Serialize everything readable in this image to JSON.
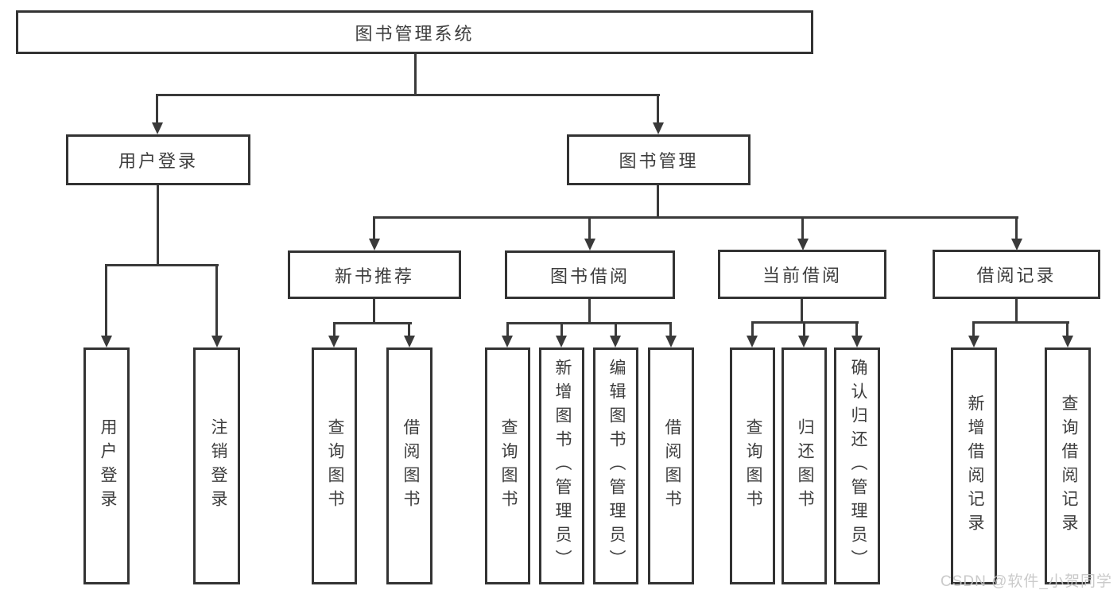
{
  "nodes": {
    "root": "图书管理系统",
    "user_login": "用户登录",
    "book_mgmt": "图书管理",
    "new_books": "新书推荐",
    "borrow": "图书借阅",
    "current": "当前借阅",
    "records": "借阅记录"
  },
  "leaves": {
    "user_login": [
      "用户登录",
      "注销登录"
    ],
    "new_books": [
      "查询图书",
      "借阅图书"
    ],
    "borrow": [
      "查询图书",
      "新增图书（管理员）",
      "编辑图书（管理员）",
      "借阅图书"
    ],
    "current": [
      "查询图书",
      "归还图书",
      "确认归还（管理员）"
    ],
    "records": [
      "新增借阅记录",
      "查询借阅记录"
    ]
  },
  "watermark": "CSDN @软件_小贺同学",
  "colors": {
    "line": "#3a3a3a",
    "border": "#333333",
    "text": "#3d3d3d",
    "watermark": "#c6c6c6",
    "background": "#ffffff"
  }
}
